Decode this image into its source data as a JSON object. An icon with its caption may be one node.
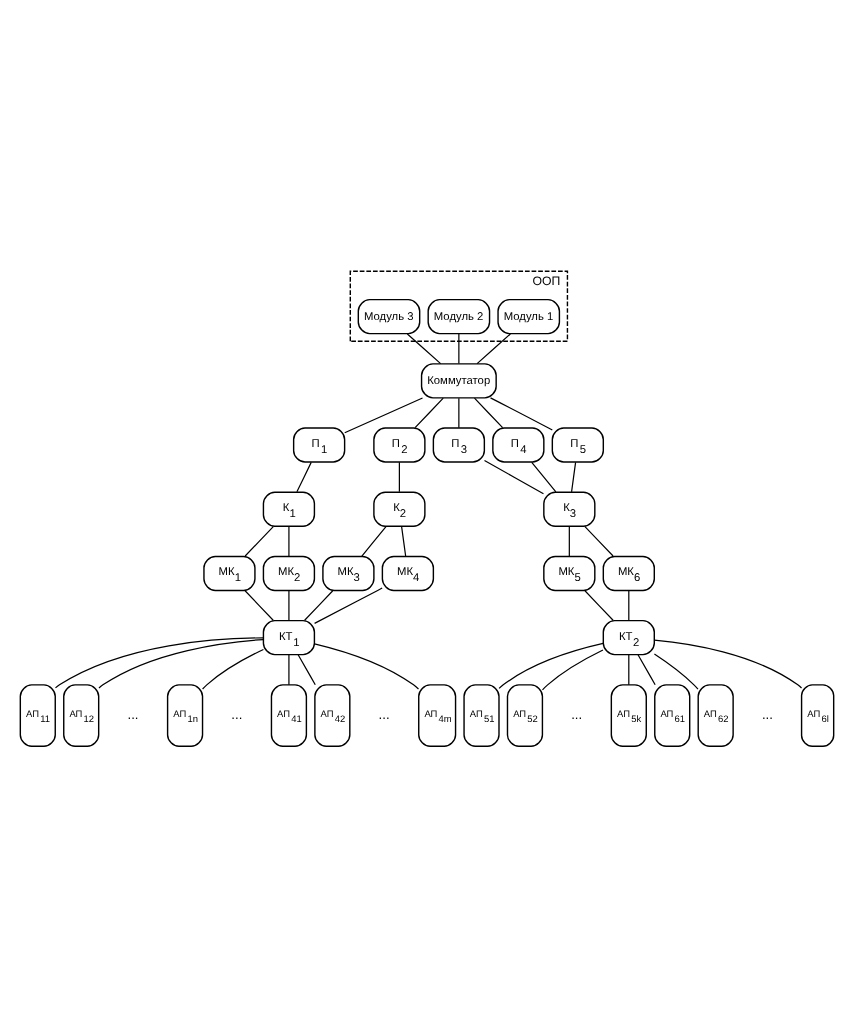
{
  "diagram": {
    "nodes": [
      {
        "text": [
          "ООП"
        ]
      },
      {
        "text": [
          "Модуль 1"
        ],
        "in": 0
      },
      {
        "text": [
          "Модуль 2"
        ],
        "in": 0
      },
      {
        "text": [
          "Модуль 3"
        ],
        "in": 0
      },
      {
        "text": [
          "Коммутатор"
        ]
      },
      {
        "text": [
          "П$_{1}$"
        ]
      },
      {
        "text": [
          "П$_{2}$"
        ]
      },
      {
        "text": [
          "П$_{3}$"
        ]
      },
      {
        "text": [
          "П$_{4}$"
        ]
      },
      {
        "text": [
          "П$_{5}$"
        ]
      },
      {
        "text": [
          "К$_{1}$"
        ]
      },
      {
        "text": [
          "К$_{2}$"
        ]
      },
      {
        "text": [
          "К$_{3}$"
        ]
      },
      {
        "text": [
          "МК$_{1}$"
        ]
      },
      {
        "text": [
          "МК$_{2}$"
        ]
      },
      {
        "text": [
          "МК$_{3}$"
        ]
      },
      {
        "text": [
          "МК$_{4}$"
        ]
      },
      {
        "text": [
          "МК$_{5}$"
        ]
      },
      {
        "text": [
          "МК$_{6}$"
        ]
      },
      {
        "text": [
          "КТ$_{1}$"
        ]
      },
      {
        "text": [
          "КТ$_{2}$"
        ]
      },
      {
        "text": [
          "АП$_{11}$"
        ]
      },
      {
        "text": [
          "АП$_{12}$"
        ]
      },
      {
        "text": [
          "АП$_{1n}$"
        ]
      },
      {
        "text": [
          "АП$_{41}$"
        ]
      },
      {
        "text": [
          "АП$_{42}$"
        ]
      },
      {
        "text": [
          "АП$_{4m}$"
        ]
      },
      {
        "text": [
          "АП$_{51}$"
        ]
      },
      {
        "text": [
          "АП$_{52}$"
        ]
      },
      {
        "text": [
          "АП$_{5k}$"
        ]
      },
      {
        "text": [
          "АП$_{61}$"
        ]
      },
      {
        "text": [
          "АП$_{62}$"
        ]
      },
      {
        "text": [
          "АП$_{6l}$"
        ]
      }
    ],
    "edges": [
      {
        "from": 1,
        "to": 4,
        "arrow": "none"
      },
      {
        "from": 2,
        "to": 4,
        "arrow": "none"
      },
      {
        "from": 3,
        "to": 4,
        "arrow": "none"
      },
      {
        "from": 4,
        "to": 5,
        "arrow": "none"
      },
      {
        "from": 4,
        "to": 6,
        "arrow": "none"
      },
      {
        "from": 4,
        "to": 7,
        "arrow": "none"
      },
      {
        "from": 4,
        "to": 8,
        "arrow": "none"
      },
      {
        "from": 4,
        "to": 9,
        "arrow": "none"
      },
      {
        "from": 5,
        "to": 10,
        "arrow": "none"
      },
      {
        "from": 6,
        "to": 11,
        "arrow": "none"
      },
      {
        "from": 7,
        "to": 12,
        "arrow": "none"
      },
      {
        "from": 8,
        "to": 12,
        "arrow": "none"
      },
      {
        "from": 9,
        "to": 12,
        "arrow": "none"
      },
      {
        "from": 10,
        "to": 13,
        "arrow": "none"
      },
      {
        "from": 10,
        "to": 14,
        "arrow": "none"
      },
      {
        "from": 11,
        "to": 15,
        "arrow": "none"
      },
      {
        "from": 11,
        "to": 16,
        "arrow": "none"
      },
      {
        "from": 12,
        "to": 17,
        "arrow": "none"
      },
      {
        "from": 12,
        "to": 18,
        "arrow": "none"
      },
      {
        "from": 13,
        "to": 19,
        "arrow": "none"
      },
      {
        "from": 14,
        "to": 19,
        "arrow": "none"
      },
      {
        "from": 15,
        "to": 19,
        "arrow": "none"
      },
      {
        "from": 16,
        "to": 19,
        "arrow": "none"
      },
      {
        "from": 17,
        "to": 20,
        "arrow": "none"
      },
      {
        "from": 18,
        "to": 20,
        "arrow": "none"
      },
      {
        "from": 19,
        "to": 21,
        "arrow": "none"
      },
      {
        "from": 19,
        "to": 22,
        "arrow": "none"
      },
      {
        "from": 19,
        "to": 23,
        "arrow": "none"
      },
      {
        "from": 19,
        "to": 24,
        "arrow": "none"
      },
      {
        "from": 19,
        "to": 25,
        "arrow": "none"
      },
      {
        "from": 19,
        "to": 26,
        "arrow": "none"
      },
      {
        "from": 20,
        "to": 27,
        "arrow": "none"
      },
      {
        "from": 20,
        "to": 28,
        "arrow": "none"
      },
      {
        "from": 20,
        "to": 29,
        "arrow": "none"
      },
      {
        "from": 20,
        "to": 30,
        "arrow": "none"
      },
      {
        "from": 20,
        "to": 31,
        "arrow": "none"
      },
      {
        "from": 20,
        "to": 32,
        "arrow": "none"
      }
    ],
    "labels": [
      "...",
      "...",
      "...",
      "...",
      "..."
    ]
  }
}
